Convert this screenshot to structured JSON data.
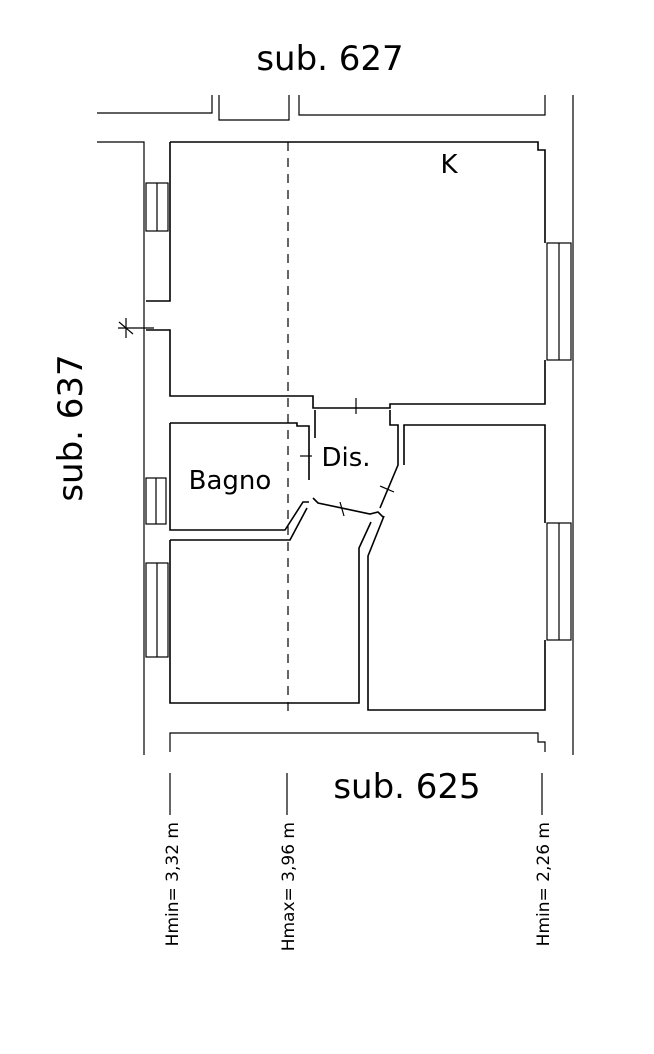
{
  "labels": {
    "sub_top": "sub. 627",
    "sub_left": "sub. 637",
    "sub_bottom": "sub. 625",
    "room_k": "K",
    "room_dis": "Dis.",
    "room_bagno": "Bagno"
  },
  "heights": [
    {
      "label": "Hmin= 3,32 m"
    },
    {
      "label": "Hmax= 3,96 m"
    },
    {
      "label": "Hmin= 2,26 m"
    }
  ],
  "colors": {
    "ink": "#000000",
    "paper": "#ffffff"
  }
}
